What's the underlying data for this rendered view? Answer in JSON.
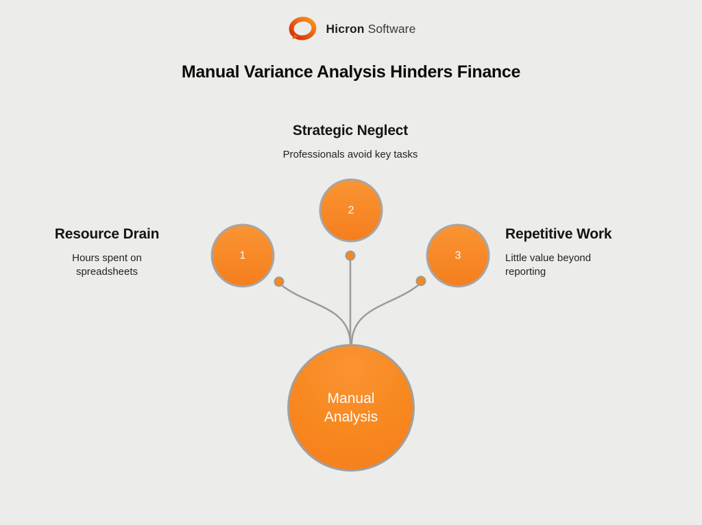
{
  "header": {
    "logo_icon": "hicron-ring-logo",
    "brand_bold": "Hicron",
    "brand_light": "Software"
  },
  "title": "Manual Variance Analysis Hinders Finance",
  "center": {
    "label_line1": "Manual",
    "label_line2": "Analysis"
  },
  "nodes": [
    {
      "number": "1",
      "heading": "Resource Drain",
      "description": "Hours spent on spreadsheets"
    },
    {
      "number": "2",
      "heading": "Strategic Neglect",
      "description": "Professionals avoid key tasks"
    },
    {
      "number": "3",
      "heading": "Repetitive Work",
      "description": "Little value beyond reporting"
    }
  ],
  "colors": {
    "background": "#ECECEA",
    "orange": "#F8871E",
    "orange_light": "#FA9433",
    "orange_dark": "#F57E1D",
    "stroke_gray": "#9B9B9B",
    "text_dark": "#0B0B0B",
    "logo_gradient_start": "#F7941E",
    "logo_gradient_end": "#D92B04"
  }
}
